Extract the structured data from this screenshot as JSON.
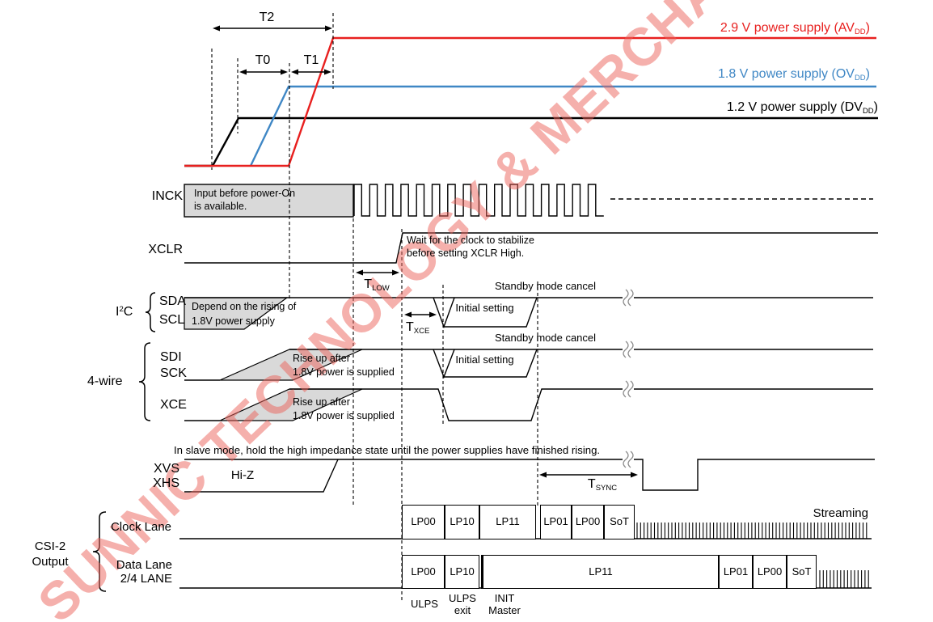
{
  "watermark": "SUNNIC TECHNOLOGY & MERCHANDISE",
  "colors": {
    "red": "#e8201f",
    "blue": "#3f87c5",
    "gray_fill": "#d9d9d9",
    "watermark": "#ec615a"
  },
  "power": {
    "avdd": {
      "prefix": "2.9 V power supply (AV",
      "sub": "DD",
      "suffix": ")"
    },
    "ovdd": {
      "prefix": "1.8 V power supply (OV",
      "sub": "DD",
      "suffix": ")"
    },
    "dvdd": {
      "prefix": "1.2 V power supply (DV",
      "sub": "DD",
      "suffix": ")"
    }
  },
  "timing": {
    "t2": "T2",
    "t0": "T0",
    "t1": "T1",
    "t_low": {
      "base": "T",
      "sub": "LOW"
    },
    "t_xce": {
      "base": "T",
      "sub": "XCE"
    },
    "t_sync": {
      "base": "T",
      "sub": "SYNC"
    }
  },
  "signals": {
    "inck": "INCK",
    "xclr": "XCLR",
    "i2c": {
      "base": "I",
      "sup": "2",
      "suffix": "C"
    },
    "sda": "SDA",
    "scl": "SCL",
    "four_wire": "4-wire",
    "sdi": "SDI",
    "sck": "SCK",
    "xce": "XCE",
    "xvs": "XVS",
    "xhs": "XHS",
    "csi2_line1": "CSI-2",
    "csi2_line2": "Output",
    "clock_lane": "Clock Lane",
    "data_lane_line1": "Data Lane",
    "data_lane_line2": "2/4 LANE"
  },
  "notes": {
    "inck_note_line1": "Input before power-On",
    "inck_note_line2": "is available.",
    "xclr_note_line1": "Wait for the clock to stabilize",
    "xclr_note_line2": "before setting XCLR High.",
    "i2c_note_line1": "Depend on the rising of",
    "i2c_note_line2": "1.8V power supply",
    "rise_note_line1": "Rise up after",
    "rise_note_line2": "1.8V power is supplied",
    "standby": "Standby mode cancel",
    "initial": "Initial setting",
    "hiz": "Hi-Z",
    "slave_note": "In slave mode, hold the high impedance state until the power supplies have finished rising.",
    "streaming": "Streaming",
    "ulps": "ULPS",
    "ulps_exit_line1": "ULPS",
    "ulps_exit_line2": "exit",
    "init_line1": "INIT",
    "init_line2": "Master"
  },
  "lanes": {
    "clock": [
      "LP00",
      "LP10",
      "LP11",
      "LP01",
      "LP00",
      "SoT"
    ],
    "data": [
      "LP00",
      "LP10",
      "LP11",
      "LP01",
      "LP00",
      "SoT"
    ]
  }
}
